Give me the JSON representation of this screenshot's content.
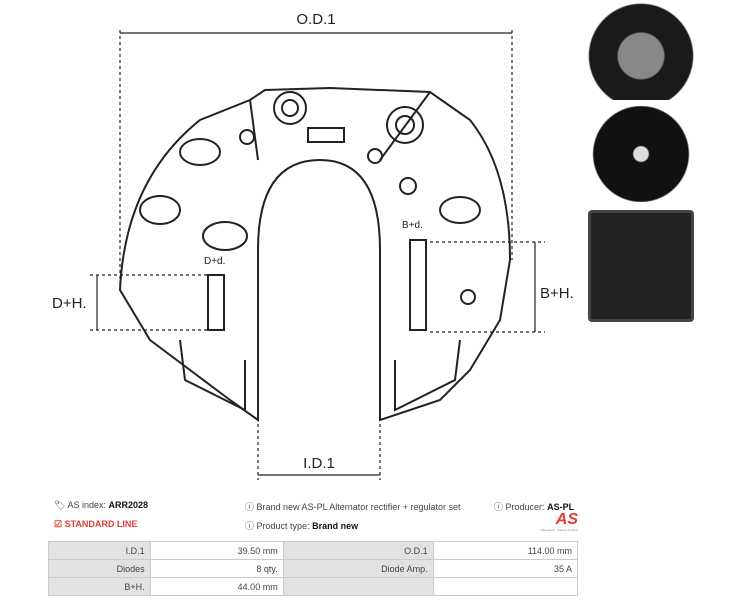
{
  "drawing": {
    "od_label": "O.D.1",
    "id_label": "I.D.1",
    "dh_label": "D+H.",
    "bh_label": "B+H.",
    "dd_label": "D+d.",
    "bd_label": "B+d."
  },
  "meta": {
    "as_index_label": "AS index:",
    "as_index_value": "ARR2028",
    "line": "STANDARD LINE",
    "description": "Brand new AS-PL Alternator rectifier + regulator set",
    "product_type_label": "Product type:",
    "product_type_value": "Brand new",
    "producer_label": "Producer:",
    "producer_value": "AS-PL",
    "logo_text": "AS",
    "logo_tagline": "Alternators, Starters & Parts"
  },
  "specs": [
    [
      "I.D.1",
      "39.50 mm",
      "O.D.1",
      "114.00 mm"
    ],
    [
      "Diodes",
      "8 qty.",
      "Diode Amp.",
      "35 A"
    ],
    [
      "B+H.",
      "44.00 mm",
      "",
      ""
    ]
  ],
  "colors": {
    "accent": "#e53935"
  }
}
